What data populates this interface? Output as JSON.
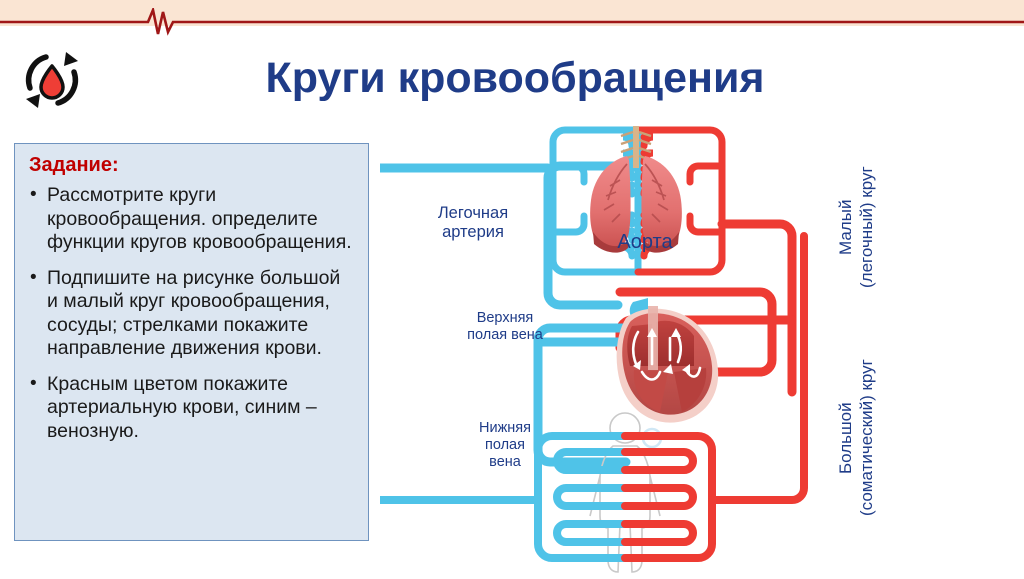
{
  "header": {
    "title": "Круги кровообращения",
    "icon": "blood-drop-recycle-icon",
    "banner_icon": "ecg-pulse-line",
    "title_color": "#1f3c88",
    "banner_color": "#fae5d3",
    "ecg_color": "#a01717"
  },
  "task_panel": {
    "heading": "Задание:",
    "heading_color": "#c00000",
    "background": "#dce6f1",
    "border_color": "#6f93bf",
    "bullet_glyph": "•",
    "items": [
      "Рассмотрите круги кровообращения. определите функции кругов кровообращения.",
      "Подпишите на рисунке большой и малый круг кровообращения, сосуды; стрелками покажите направление движения крови.",
      "Красным цветом покажите артериальную крови, синим – венозную."
    ]
  },
  "diagram": {
    "labels": {
      "pulmonary_artery": "Легочная\nартерия",
      "aorta": "Аорта",
      "superior_vena_cava": "Верхняя\nполая вена",
      "inferior_vena_cava": "Нижняя\nполая\nвена",
      "pulmonary_circuit": "Малый\n(легочный) круг",
      "systemic_circuit": "Большой\n(соматический) круг"
    },
    "organs": {
      "lungs": "lungs-illustration",
      "heart": "heart-cross-section-illustration",
      "body": "human-body-silhouette"
    },
    "colors": {
      "venous_blue": "#4fc3e8",
      "arterial_red": "#ee3b33",
      "label_navy": "#1f3c88"
    }
  }
}
